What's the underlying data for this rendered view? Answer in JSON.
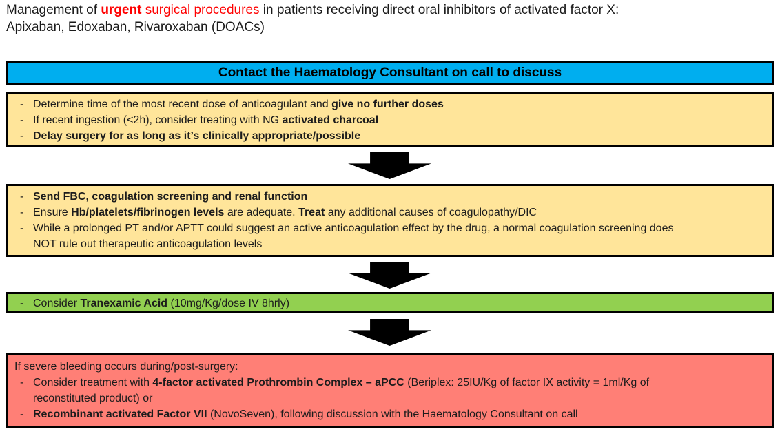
{
  "colors": {
    "banner_blue": "#00AEEF",
    "box_yellow": "#FFE59A",
    "box_green": "#92D050",
    "box_red": "#FF7F76",
    "accent_red": "#FF0000",
    "border_black": "#000000",
    "arrow_black": "#000000"
  },
  "bullet_char": "-",
  "title": {
    "line1_segments": [
      {
        "text": "Management of "
      },
      {
        "text": "urgent ",
        "bold": true,
        "color": "#FF0000"
      },
      {
        "text": "surgical procedures",
        "color": "#FF0000"
      },
      {
        "text": " in patients receiving direct oral inhibitors of activated factor X:"
      }
    ],
    "line2": "Apixaban, Edoxaban, Rivaroxaban (DOACs)"
  },
  "banner": {
    "label": "Contact the Haematology Consultant on call to discuss"
  },
  "box_preop": {
    "items": [
      {
        "segments": [
          {
            "text": "Determine time of the most recent dose of anticoagulant and "
          },
          {
            "text": "give no further doses",
            "bold": true
          }
        ]
      },
      {
        "segments": [
          {
            "text": "If recent ingestion (<2h), consider treating with NG "
          },
          {
            "text": "activated charcoal",
            "bold": true
          }
        ]
      },
      {
        "segments": [
          {
            "text": "Delay surgery for as long as it’s clinically appropriate/possible",
            "bold": true
          }
        ]
      }
    ]
  },
  "box_labs": {
    "items": [
      {
        "segments": [
          {
            "text": "Send FBC, coagulation screening and renal function",
            "bold": true
          }
        ]
      },
      {
        "segments": [
          {
            "text": "Ensure "
          },
          {
            "text": "Hb/platelets/fibrinogen levels",
            "bold": true
          },
          {
            "text": " are adequate. "
          },
          {
            "text": "Treat",
            "bold": true
          },
          {
            "text": " any additional causes of coagulopathy/DIC"
          }
        ]
      },
      {
        "segments": [
          {
            "text": "While a prolonged PT and/or APTT could suggest an active anticoagulation effect by the drug, a normal coagulation screening does NOT rule out therapeutic anticoagulation levels"
          }
        ]
      }
    ]
  },
  "box_txa": {
    "items": [
      {
        "segments": [
          {
            "text": "Consider "
          },
          {
            "text": "Tranexamic Acid",
            "bold": true
          },
          {
            "text": " (10mg/Kg/dose IV 8hrly)"
          }
        ]
      }
    ]
  },
  "box_bleeding": {
    "header": "If severe bleeding occurs during/post-surgery:",
    "items": [
      {
        "segments": [
          {
            "text": "Consider treatment with "
          },
          {
            "text": "4-factor activated Prothrombin Complex – aPCC",
            "bold": true
          },
          {
            "text": " (Beriplex: 25IU/Kg of factor IX activity = 1ml/Kg of reconstituted product) or"
          }
        ]
      },
      {
        "segments": [
          {
            "text": "Recombinant activated Factor VII",
            "bold": true
          },
          {
            "text": " (NovoSeven), following discussion with the Haematology Consultant on call"
          }
        ]
      }
    ]
  }
}
